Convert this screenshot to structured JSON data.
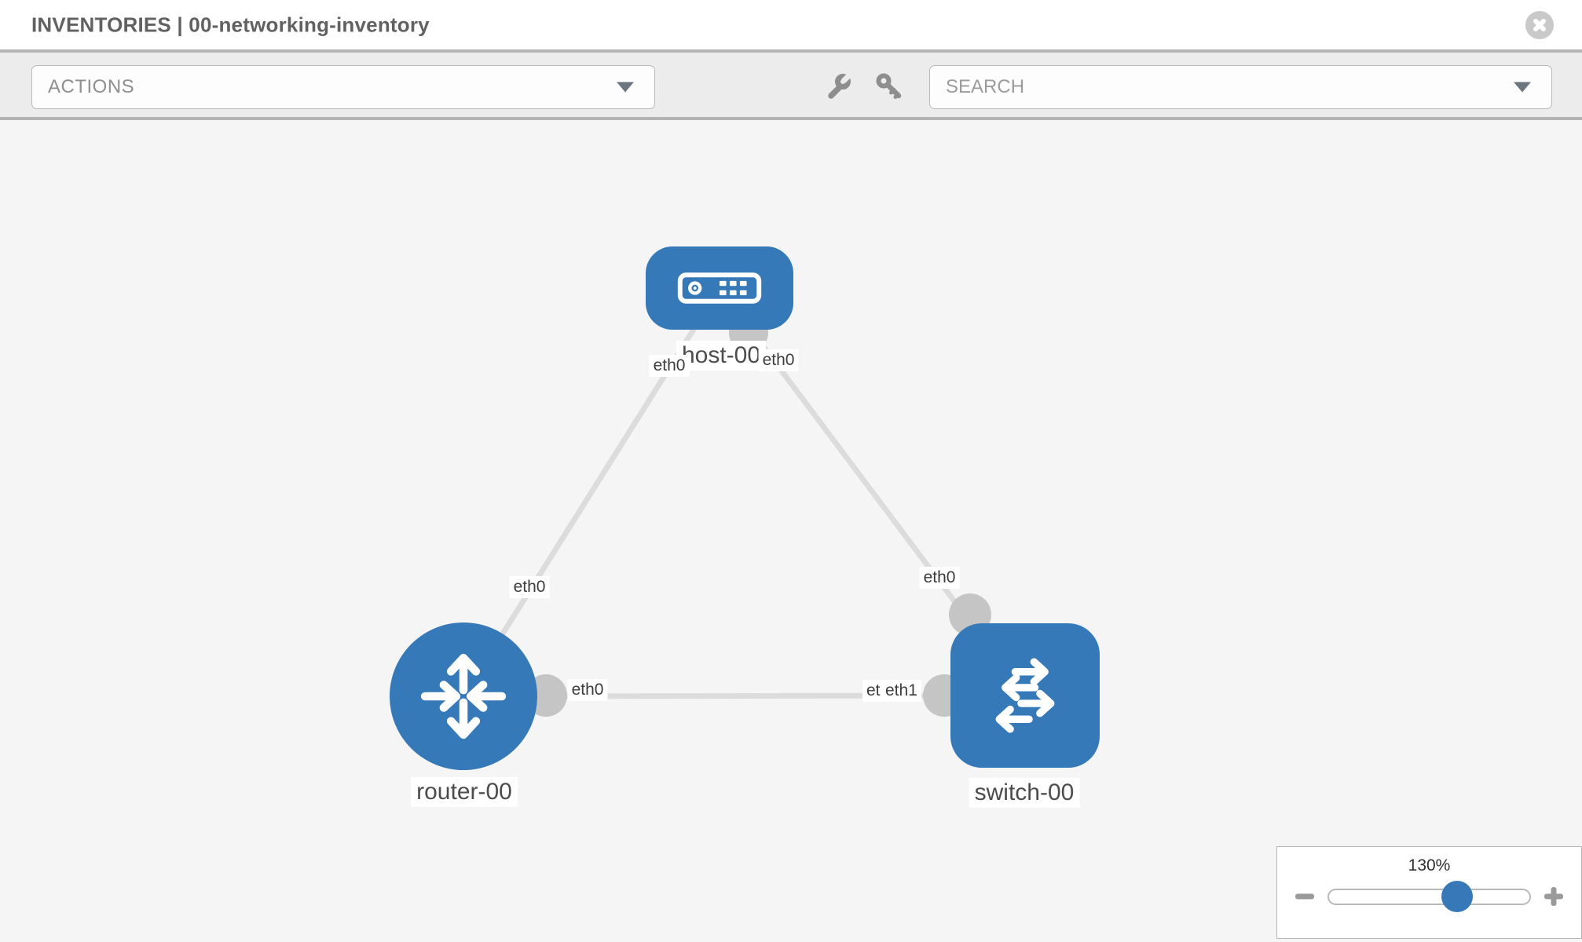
{
  "header": {
    "title": "INVENTORIES | 00-networking-inventory"
  },
  "toolbar": {
    "actions_label": "ACTIONS",
    "search_placeholder": "SEARCH"
  },
  "topology": {
    "nodes": {
      "host": {
        "label": "host-00",
        "type": "host"
      },
      "router": {
        "label": "router-00",
        "type": "router"
      },
      "switch": {
        "label": "switch-00",
        "type": "switch"
      }
    },
    "links": [
      {
        "from": "router-00",
        "to": "host-00"
      },
      {
        "from": "host-00",
        "to": "switch-00"
      },
      {
        "from": "router-00",
        "to": "switch-00"
      }
    ],
    "interface_labels": {
      "host_port_left": "eth0",
      "host_port_right": "eth0",
      "link_router_host": "eth0",
      "link_host_switch": "eth0",
      "router_port": "eth0",
      "switch_port_back": "eth0",
      "switch_port_front": "eth1"
    }
  },
  "zoom_control": {
    "value": "130%"
  },
  "colors": {
    "node_blue": "#3579b8",
    "edge_gray": "#dcdcdc",
    "connector_gray": "#c5c5c5",
    "toolbar_gray": "#ececec"
  }
}
